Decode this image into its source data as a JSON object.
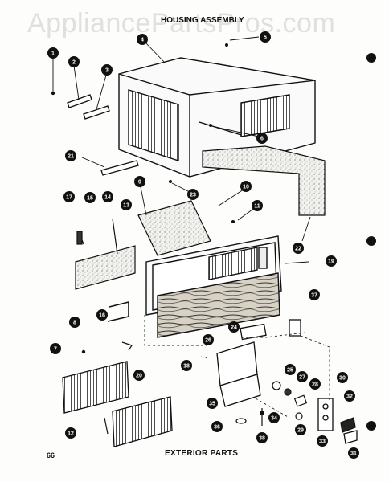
{
  "watermark": "AppliancePartsPros.com",
  "header": "HOUSING ASSEMBLY",
  "page_number": "66",
  "figure_title": "EXTERIOR PARTS",
  "callouts": [
    {
      "id": "c1",
      "label": "1"
    },
    {
      "id": "c2",
      "label": "2"
    },
    {
      "id": "c3",
      "label": "3"
    },
    {
      "id": "c4",
      "label": "4"
    },
    {
      "id": "c5",
      "label": "5"
    },
    {
      "id": "c6",
      "label": "6"
    },
    {
      "id": "c7",
      "label": "7"
    },
    {
      "id": "c8",
      "label": "8"
    },
    {
      "id": "c9",
      "label": "9"
    },
    {
      "id": "c10",
      "label": "10"
    },
    {
      "id": "c11",
      "label": "11"
    },
    {
      "id": "c12",
      "label": "12"
    },
    {
      "id": "c13",
      "label": "13"
    },
    {
      "id": "c14",
      "label": "14"
    },
    {
      "id": "c15",
      "label": "15"
    },
    {
      "id": "c16",
      "label": "16"
    },
    {
      "id": "c17",
      "label": "17"
    },
    {
      "id": "c18",
      "label": "18"
    },
    {
      "id": "c19",
      "label": "19"
    },
    {
      "id": "c20",
      "label": "20"
    },
    {
      "id": "c21",
      "label": "21"
    },
    {
      "id": "c22",
      "label": "22"
    },
    {
      "id": "c23",
      "label": "23"
    },
    {
      "id": "c24",
      "label": "24"
    },
    {
      "id": "c25",
      "label": "25"
    },
    {
      "id": "c26",
      "label": "26"
    },
    {
      "id": "c27",
      "label": "27"
    },
    {
      "id": "c28",
      "label": "28"
    },
    {
      "id": "c29",
      "label": "29"
    },
    {
      "id": "c30",
      "label": "30"
    },
    {
      "id": "c31",
      "label": "31"
    },
    {
      "id": "c32",
      "label": "32"
    },
    {
      "id": "c33",
      "label": "33"
    },
    {
      "id": "c34",
      "label": "34"
    },
    {
      "id": "c35",
      "label": "35"
    },
    {
      "id": "c36",
      "label": "36"
    },
    {
      "id": "c37",
      "label": "37"
    },
    {
      "id": "c38",
      "label": "38"
    }
  ]
}
